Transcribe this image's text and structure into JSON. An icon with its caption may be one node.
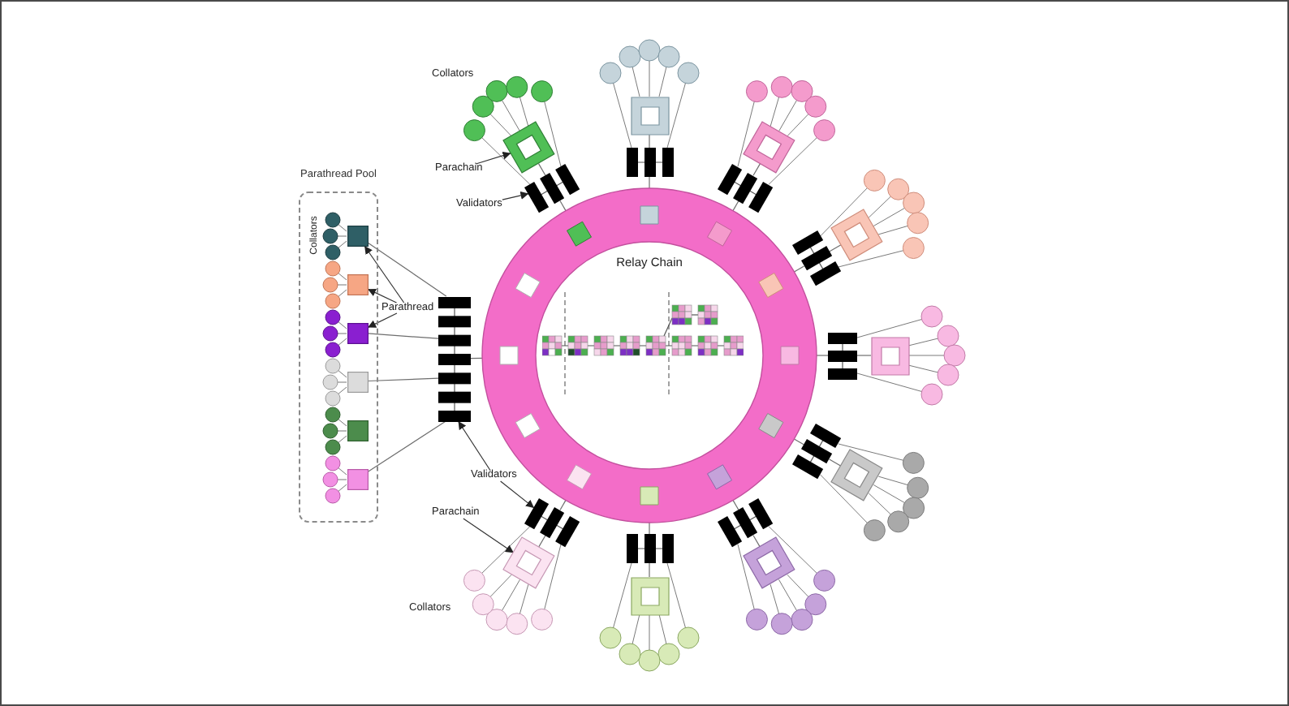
{
  "diagram": {
    "nodes": [
      {
        "text": [
          "Parathread Pool"
        ]
      },
      {
        "text": [],
        "shape": "box",
        "in": 0
      },
      {
        "text": [],
        "shape": "box",
        "in": 0
      },
      {
        "text": [],
        "shape": "box",
        "in": 0
      },
      {
        "text": [],
        "shape": "box",
        "in": 0
      },
      {
        "text": [],
        "shape": "box",
        "in": 0
      },
      {
        "text": [],
        "shape": "box",
        "in": 0
      },
      {
        "text": [],
        "shape": "bar"
      },
      {
        "text": [
          "Relay Chain"
        ]
      },
      {
        "text": [],
        "shape": "box"
      },
      {
        "text": [],
        "shape": "box"
      },
      {
        "text": [],
        "shape": "box"
      },
      {
        "text": [],
        "shape": "box"
      },
      {
        "text": [],
        "shape": "box"
      },
      {
        "text": [],
        "shape": "box"
      },
      {
        "text": [],
        "shape": "box"
      },
      {
        "text": [],
        "shape": "box"
      },
      {
        "text": [],
        "shape": "box"
      },
      {
        "text": [],
        "shape": "bar"
      },
      {
        "text": [],
        "shape": "bar"
      },
      {
        "text": [],
        "shape": "bar"
      },
      {
        "text": [],
        "shape": "bar"
      },
      {
        "text": [],
        "shape": "bar"
      },
      {
        "text": [],
        "shape": "bar"
      },
      {
        "text": [],
        "shape": "bar"
      },
      {
        "text": [],
        "shape": "bar"
      },
      {
        "text": [],
        "shape": "bar"
      },
      {
        "text": [
          "Parachain"
        ]
      },
      {
        "text": [
          "Validators"
        ]
      },
      {
        "text": [
          "Parathread"
        ]
      },
      {
        "text": [
          "Validators"
        ]
      },
      {
        "text": [
          "Parachain"
        ]
      }
    ],
    "edges": [
      {
        "from": 1,
        "to": 7,
        "arrow": "none"
      },
      {
        "from": 3,
        "to": 7,
        "arrow": "none"
      },
      {
        "from": 4,
        "to": 7,
        "arrow": "none"
      },
      {
        "from": 6,
        "to": 7,
        "arrow": "none"
      },
      {
        "from": 7,
        "to": 8,
        "arrow": "none"
      },
      {
        "from": 9,
        "to": 18,
        "arrow": "none"
      },
      {
        "from": 18,
        "to": 8,
        "arrow": "none"
      },
      {
        "from": 10,
        "to": 19,
        "arrow": "none"
      },
      {
        "from": 19,
        "to": 8,
        "arrow": "none"
      },
      {
        "from": 11,
        "to": 20,
        "arrow": "none"
      },
      {
        "from": 20,
        "to": 8,
        "arrow": "none"
      },
      {
        "from": 12,
        "to": 21,
        "arrow": "none"
      },
      {
        "from": 21,
        "to": 8,
        "arrow": "none"
      },
      {
        "from": 13,
        "to": 22,
        "arrow": "none"
      },
      {
        "from": 22,
        "to": 8,
        "arrow": "none"
      },
      {
        "from": 14,
        "to": 23,
        "arrow": "none"
      },
      {
        "from": 23,
        "to": 8,
        "arrow": "none"
      },
      {
        "from": 15,
        "to": 24,
        "arrow": "none"
      },
      {
        "from": 24,
        "to": 8,
        "arrow": "none"
      },
      {
        "from": 16,
        "to": 25,
        "arrow": "none"
      },
      {
        "from": 25,
        "to": 8,
        "arrow": "none"
      },
      {
        "from": 17,
        "to": 26,
        "arrow": "none"
      },
      {
        "from": 26,
        "to": 8,
        "arrow": "none"
      },
      {
        "from": 27,
        "to": 9,
        "arrow": "to"
      },
      {
        "from": 28,
        "to": 18,
        "arrow": "to"
      },
      {
        "from": 29,
        "to": 1,
        "arrow": "to"
      },
      {
        "from": 29,
        "to": 2,
        "arrow": "to"
      },
      {
        "from": 29,
        "to": 3,
        "arrow": "to"
      },
      {
        "from": 30,
        "to": 7,
        "arrow": "to"
      },
      {
        "from": 30,
        "to": 26,
        "arrow": "to"
      },
      {
        "from": 31,
        "to": 17,
        "arrow": "to"
      }
    ],
    "labels": [
      "Collators",
      "Collators",
      "Collators"
    ]
  }
}
